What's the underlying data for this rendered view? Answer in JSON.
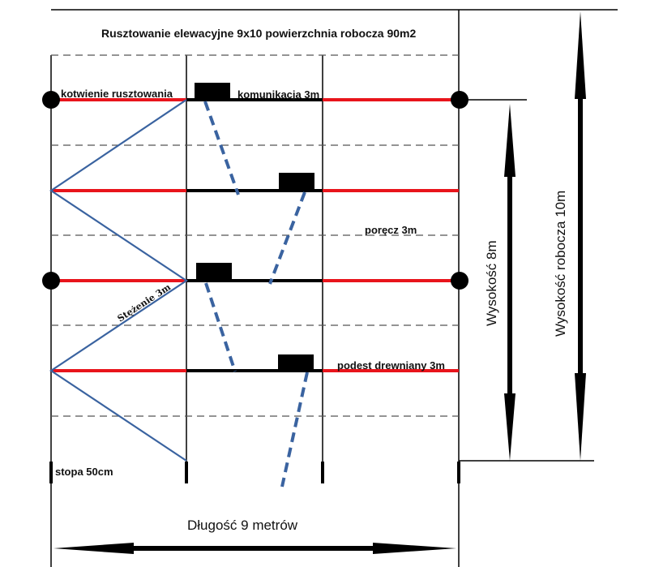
{
  "title": "Rusztowanie elewacyjne 9x10 powierzchnia robocza 90m2",
  "labels": {
    "anchoring": "kotwienie rusztowania",
    "communication": "komunikacja 3m",
    "railing": "poręcz 3m",
    "bracing": "Stężenie 3m",
    "platform": "podest drewniany 3m",
    "base": "stopa 50cm"
  },
  "dimensions": {
    "length": "Długość 9 metrów",
    "height": "Wysokość 8m",
    "working_height": "Wysokość robocza 10m"
  },
  "structure": {
    "levels": 4,
    "bays": 3,
    "bay_length_m": 3,
    "height_m": 8,
    "working_height_m": 10,
    "length_m": 9
  },
  "colors": {
    "ledger_red": "#e8141b",
    "brace_blue": "#3a63a0",
    "frame_black": "#000000",
    "dashed_gray": "#555555"
  }
}
